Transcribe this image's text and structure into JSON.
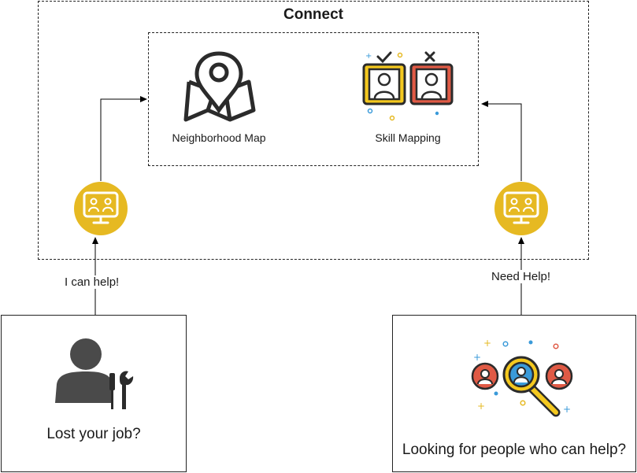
{
  "connect": {
    "title": "Connect"
  },
  "features": {
    "map_label": "Neighborhood Map",
    "skill_label": "Skill Mapping"
  },
  "edges": {
    "left_label": "I can help!",
    "right_label": "Need Help!"
  },
  "helper": {
    "label": "Lost your job?"
  },
  "seeker": {
    "label": "Looking for people who can help?"
  },
  "colors": {
    "accent_yellow": "#e6b922",
    "monitor_yellow": "#f4d03f",
    "red": "#e05a45",
    "blue": "#3a9ad9",
    "dark": "#2b2b2b",
    "person_gray": "#4a4a4a"
  }
}
